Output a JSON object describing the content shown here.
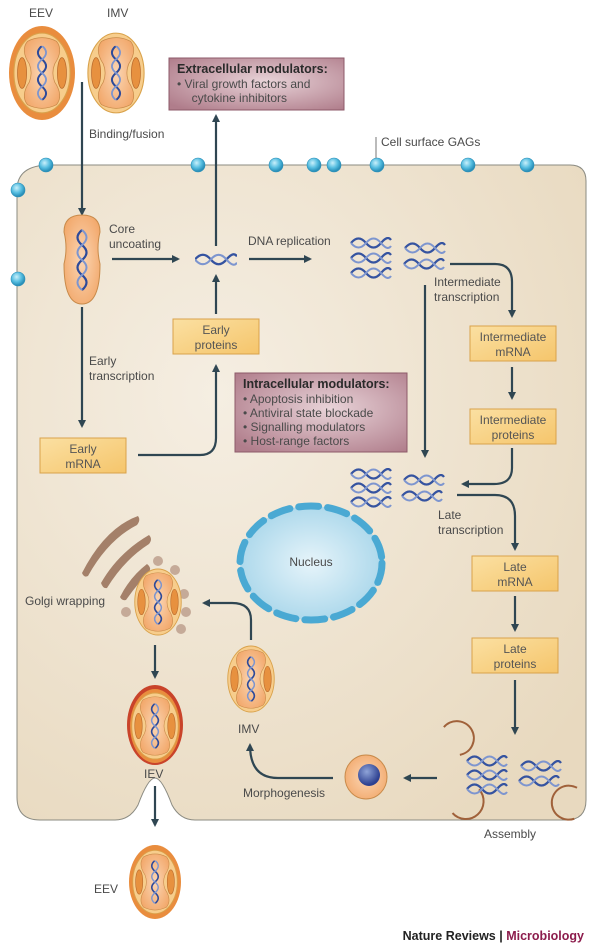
{
  "labels": {
    "eev_top": "EEV",
    "imv_top": "IMV",
    "binding_fusion": "Binding/fusion",
    "cell_surface_gags": "Cell surface GAGs",
    "core_uncoating": [
      "Core",
      "uncoating"
    ],
    "dna_replication": "DNA replication",
    "early_transcription": [
      "Early",
      "transcription"
    ],
    "intermediate_transcription": [
      "Intermediate",
      "transcription"
    ],
    "late_transcription": [
      "Late",
      "transcription"
    ],
    "nucleus": "Nucleus",
    "golgi_wrapping": "Golgi wrapping",
    "iev": "IEV",
    "imv_bottom": "IMV",
    "eev_bottom": "EEV",
    "morphogenesis": "Morphogenesis",
    "assembly": "Assembly"
  },
  "boxes": {
    "early_proteins": [
      "Early",
      "proteins"
    ],
    "early_mrna": [
      "Early",
      "mRNA"
    ],
    "intermediate_mrna": [
      "Intermediate",
      "mRNA"
    ],
    "intermediate_proteins": [
      "Intermediate",
      "proteins"
    ],
    "late_mrna": [
      "Late",
      "mRNA"
    ],
    "late_proteins": [
      "Late",
      "proteins"
    ]
  },
  "extracellular": {
    "title": "Extracellular modulators:",
    "items": [
      "• Viral growth factors and",
      "  cytokine inhibitors"
    ]
  },
  "intracellular": {
    "title": "Intracellular modulators:",
    "items": [
      "• Apoptosis inhibition",
      "• Antiviral state blockade",
      "• Signalling modulators",
      "• Host-range factors"
    ]
  },
  "footer": {
    "journal": "Nature Reviews",
    "separator": " | ",
    "section": "Microbiology"
  },
  "colors": {
    "cell": "#ecdfc9",
    "box_fill": "#f7cf7e",
    "modulator_fill": "#b98593",
    "arrow": "#2f4652",
    "gag": "#4fb6d8",
    "nucleus": "#bfe0ee",
    "footer_accent": "#8c1c4c"
  }
}
